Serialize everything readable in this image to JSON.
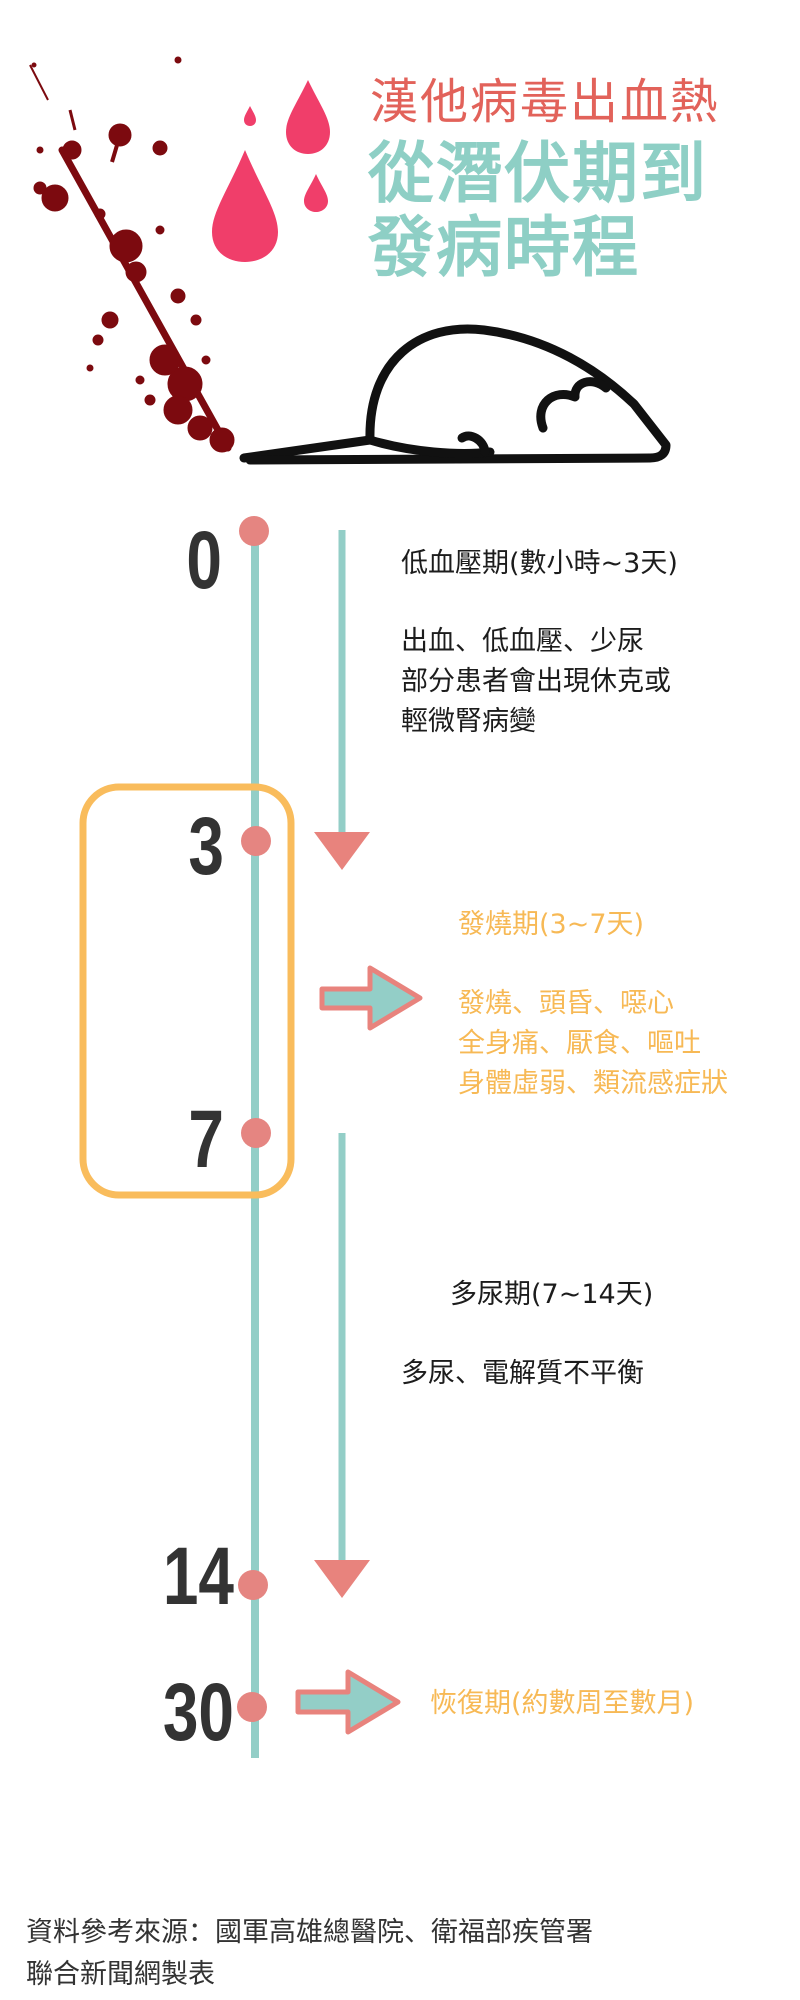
{
  "title": {
    "line1": "漢他病毒出血熱",
    "line2": "從潛伏期到",
    "line3": "發病時程"
  },
  "timeline": {
    "days": [
      "0",
      "3",
      "7",
      "14",
      "30"
    ]
  },
  "phases": {
    "hypotension": {
      "label": "低血壓期(數小時~3天)",
      "lines": [
        "出血、低血壓、少尿",
        "部分患者會出現休克或",
        "輕微腎病變"
      ]
    },
    "fever": {
      "label": "發燒期(3~7天)",
      "lines": [
        "發燒、頭昏、噁心",
        "全身痛、厭食、嘔吐",
        "身體虛弱、類流感症狀"
      ]
    },
    "polyuria": {
      "label": "多尿期(7~14天)",
      "lines": [
        "多尿、電解質不平衡"
      ]
    },
    "recovery": {
      "label": "恢復期(約數周至數月)"
    }
  },
  "source": {
    "line1": "資料參考來源：國軍高雄總醫院、衛福部疾管署",
    "line2": "聯合新聞網製表"
  },
  "colors": {
    "title_red": "#e2625a",
    "title_teal": "#8ecfc5",
    "timeline_teal": "#93cec7",
    "dot_salmon": "#e58581",
    "arrow_salmon": "#e8837d",
    "box_orange": "#f9bc5c",
    "blood_dark": "#7c0a0f",
    "drop_pink": "#f03e6a"
  },
  "icons": [
    "blood-splatter-icon",
    "blood-drop-icon",
    "rat-icon"
  ]
}
